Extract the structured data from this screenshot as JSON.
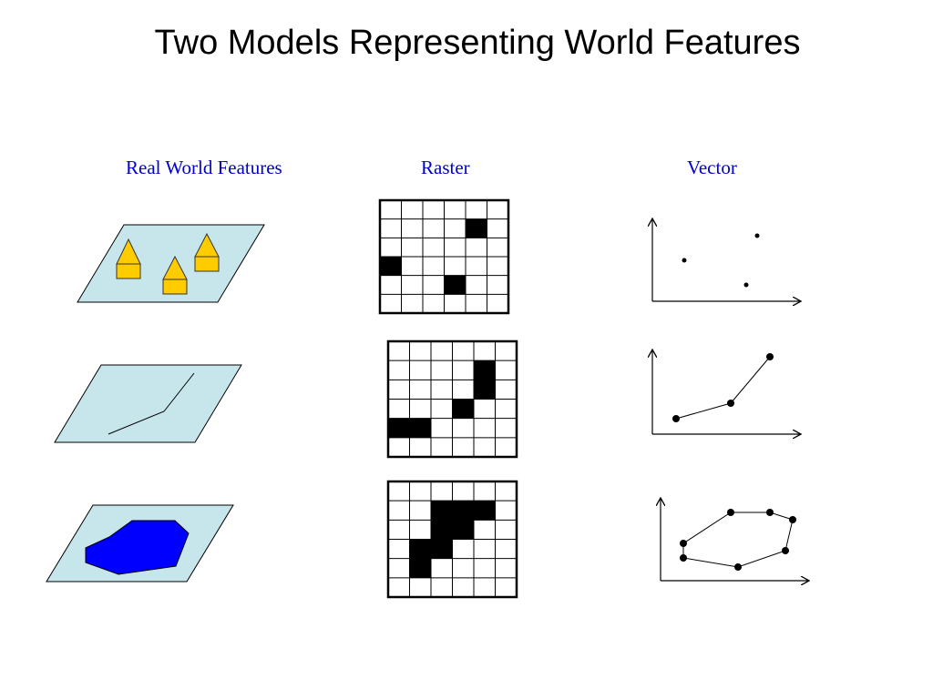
{
  "slide": {
    "title": "Two Models Representing World Features",
    "columns": [
      {
        "label": "Real World Features"
      },
      {
        "label": "Raster"
      },
      {
        "label": "Vector"
      }
    ]
  },
  "colors": {
    "heading_text": "#0000CC",
    "plane_fill": "#C6E6EC",
    "house_fill": "#FFCC00",
    "lake_fill": "#0000FF",
    "cell_fill": "#000000",
    "grid_line": "#000000"
  },
  "raster": {
    "points": {
      "rows": 6,
      "cols": 6,
      "filled": [
        [
          1,
          4
        ],
        [
          3,
          0
        ],
        [
          4,
          3
        ]
      ]
    },
    "line": {
      "rows": 6,
      "cols": 6,
      "filled": [
        [
          1,
          4
        ],
        [
          2,
          4
        ],
        [
          3,
          3
        ],
        [
          4,
          0
        ],
        [
          4,
          1
        ]
      ]
    },
    "polygon": {
      "rows": 6,
      "cols": 6,
      "filled": [
        [
          1,
          2
        ],
        [
          1,
          3
        ],
        [
          1,
          4
        ],
        [
          2,
          2
        ],
        [
          2,
          3
        ],
        [
          3,
          1
        ],
        [
          3,
          2
        ],
        [
          4,
          1
        ]
      ]
    }
  }
}
